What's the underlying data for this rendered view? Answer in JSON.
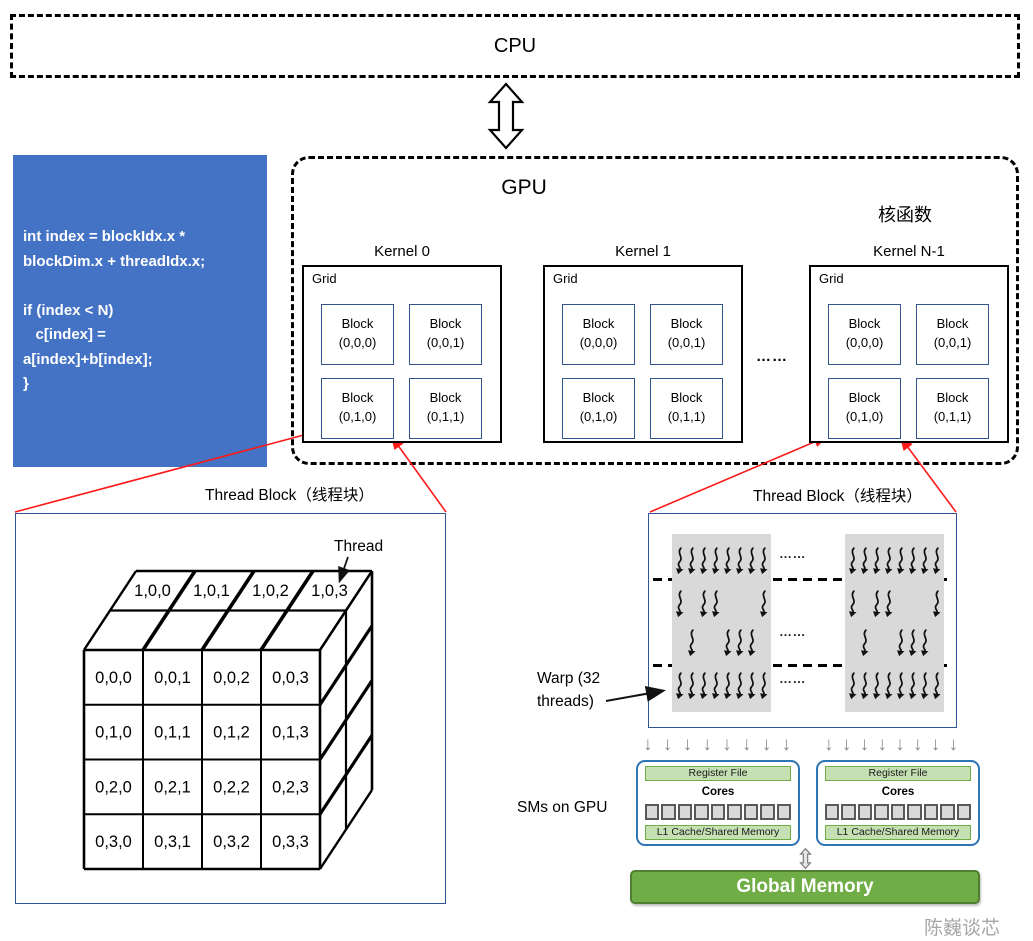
{
  "cpu": {
    "label": "CPU"
  },
  "gpu": {
    "label": "GPU",
    "annotation": "核函数",
    "ellipsis": "……",
    "grid_label": "Grid",
    "block_word": "Block",
    "kernels": [
      {
        "title": "Kernel 0",
        "block_indices": [
          "(0,0,0)",
          "(0,0,1)",
          "(0,1,0)",
          "(0,1,1)"
        ]
      },
      {
        "title": "Kernel 1",
        "block_indices": [
          "(0,0,0)",
          "(0,0,1)",
          "(0,1,0)",
          "(0,1,1)"
        ]
      },
      {
        "title": "Kernel N-1",
        "block_indices": [
          "(0,0,0)",
          "(0,0,1)",
          "(0,1,0)",
          "(0,1,1)"
        ]
      }
    ]
  },
  "code_box": {
    "lines": [
      "int index = blockIdx.x *",
      "blockDim.x + threadIdx.x;",
      "",
      "if (index < N)",
      "   c[index] =",
      "a[index]+b[index];",
      "}"
    ]
  },
  "left_thread_block": {
    "title": "Thread Block（线程块）",
    "thread_label": "Thread",
    "top_labels": [
      "1,0,0",
      "1,0,1",
      "1,0,2",
      "1,0,3"
    ],
    "front_labels": [
      [
        "0,0,0",
        "0,0,1",
        "0,0,2",
        "0,0,3"
      ],
      [
        "0,1,0",
        "0,1,1",
        "0,1,2",
        "0,1,3"
      ],
      [
        "0,2,0",
        "0,2,1",
        "0,2,2",
        "0,2,3"
      ],
      [
        "0,3,0",
        "0,3,1",
        "0,3,2",
        "0,3,3"
      ]
    ]
  },
  "right_thread_block": {
    "title": "Thread Block（线程块）",
    "warp_label_lines": [
      "Warp (32",
      "threads)"
    ],
    "ellipsis": "……",
    "warp_rows": [
      [
        1,
        1,
        1,
        1,
        1,
        1,
        1,
        1
      ],
      [
        1,
        0,
        1,
        1,
        0,
        0,
        0,
        1
      ],
      [
        0,
        1,
        0,
        0,
        1,
        1,
        1,
        0
      ],
      [
        1,
        1,
        1,
        1,
        1,
        1,
        1,
        1
      ]
    ]
  },
  "sm_section": {
    "label": "SMs on GPU",
    "sms": [
      {
        "register_file": "Register File",
        "cores": "Cores",
        "core_count": 9,
        "l1": "L1 Cache/Shared Memory"
      },
      {
        "register_file": "Register File",
        "cores": "Cores",
        "core_count": 9,
        "l1": "L1 Cache/Shared Memory"
      }
    ]
  },
  "global_memory": {
    "label": "Global Memory"
  },
  "watermark": "陈巍谈芯",
  "icons": {
    "down_arrow": "↓"
  },
  "colors": {
    "code_box_blue": "#4472C4",
    "block_border_blue": "#34558B",
    "sm_border_blue": "#2E75B6",
    "green_fill": "#70AD47",
    "green_border": "#507E32",
    "light_green": "#C5E0B3",
    "panel_gray": "#D9D9D9",
    "arrow_gray": "#8C8C8C",
    "red": "#FF0000"
  }
}
